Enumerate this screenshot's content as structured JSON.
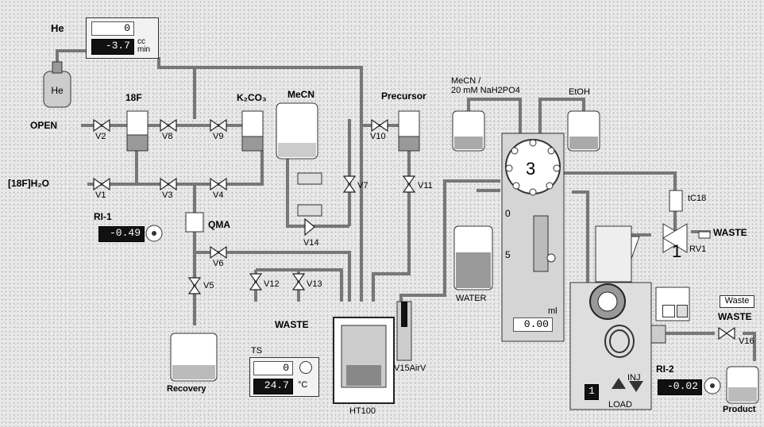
{
  "gas": {
    "name": "He"
  },
  "flow_meter": {
    "top_value": "0",
    "flow_value": "-3.7",
    "unit_top": "cc",
    "unit_bottom": "min"
  },
  "labels": {
    "f18": "18F",
    "k2co3": "K₂CO₃",
    "mecn": "MeCN",
    "precursor": "Precursor",
    "mobile_phase_1": "MeCN /",
    "mobile_phase_2": "20 mM NaH2PO4",
    "etoh": "EtOH",
    "open": "OPEN",
    "water_in": "[18F]H₂O",
    "qma": "QMA",
    "waste_mid": "WASTE",
    "recovery": "Recovery",
    "ht100": "HT100",
    "v15": "V15AirV",
    "water": "WATER",
    "tc18": "tC18",
    "waste_right": "WASTE",
    "rv1": "RV1",
    "waste_btn": "Waste",
    "waste_far": "WASTE",
    "product": "Product",
    "inj": "INJ",
    "load": "LOAD"
  },
  "valves": [
    "V1",
    "V2",
    "V3",
    "V4",
    "V5",
    "V6",
    "V7",
    "V8",
    "V9",
    "V10",
    "V11",
    "V12",
    "V13",
    "V14",
    "V16"
  ],
  "ri1": {
    "label": "RI-1",
    "value": "-0.49"
  },
  "ri2": {
    "label": "RI-2",
    "value": "-0.02"
  },
  "ts": {
    "label": "TS",
    "setpoint": "0",
    "value": "24.7",
    "unit": "°C"
  },
  "selector": {
    "position": "3",
    "scale_top": "0",
    "scale_bottom": "5",
    "volume": "0.00",
    "volume_unit": "ml"
  },
  "rv": {
    "position": "1"
  },
  "injector": {
    "number": "1"
  },
  "colors": {
    "pipe": "#8a8a8a",
    "liquid": "#a9a9a9",
    "display_bg": "#111111"
  }
}
